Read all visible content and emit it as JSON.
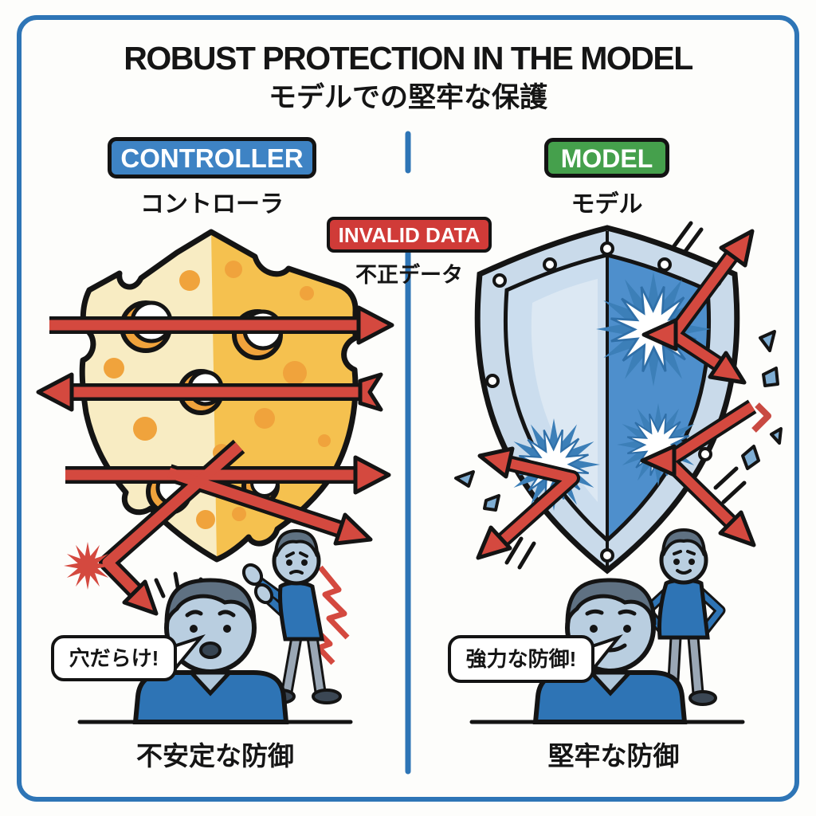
{
  "title": {
    "en": "ROBUST PROTECTION IN THE MODEL",
    "jp": "モデルでの堅牢な保護"
  },
  "left_panel": {
    "badge": "CONTROLLER",
    "badge_jp": "コントローラ",
    "speech_bubble": "穴だらけ!",
    "caption": "不安定な防御"
  },
  "center": {
    "badge": "INVALID DATA",
    "badge_jp": "不正データ"
  },
  "right_panel": {
    "badge": "MODEL",
    "badge_jp": "モデル",
    "speech_bubble": "強力な防御!",
    "caption": "堅牢な防御"
  },
  "colors": {
    "frame_blue": "#2E75B6",
    "badge_blue": "#3E83C4",
    "badge_green": "#45A04C",
    "badge_red": "#D03B38",
    "arrow_red": "#D4493F",
    "cheese_light": "#F8ECC3",
    "cheese_dark": "#F5C14F",
    "hole_orange": "#F0A33C",
    "shield_rim": "#C9DAEA",
    "shield_light": "#CBDDEE",
    "shield_dark": "#4E8FCC",
    "skin": "#B9CEE0",
    "shirt_blue": "#2E74B5",
    "pants_gray": "#9AA7B5"
  }
}
